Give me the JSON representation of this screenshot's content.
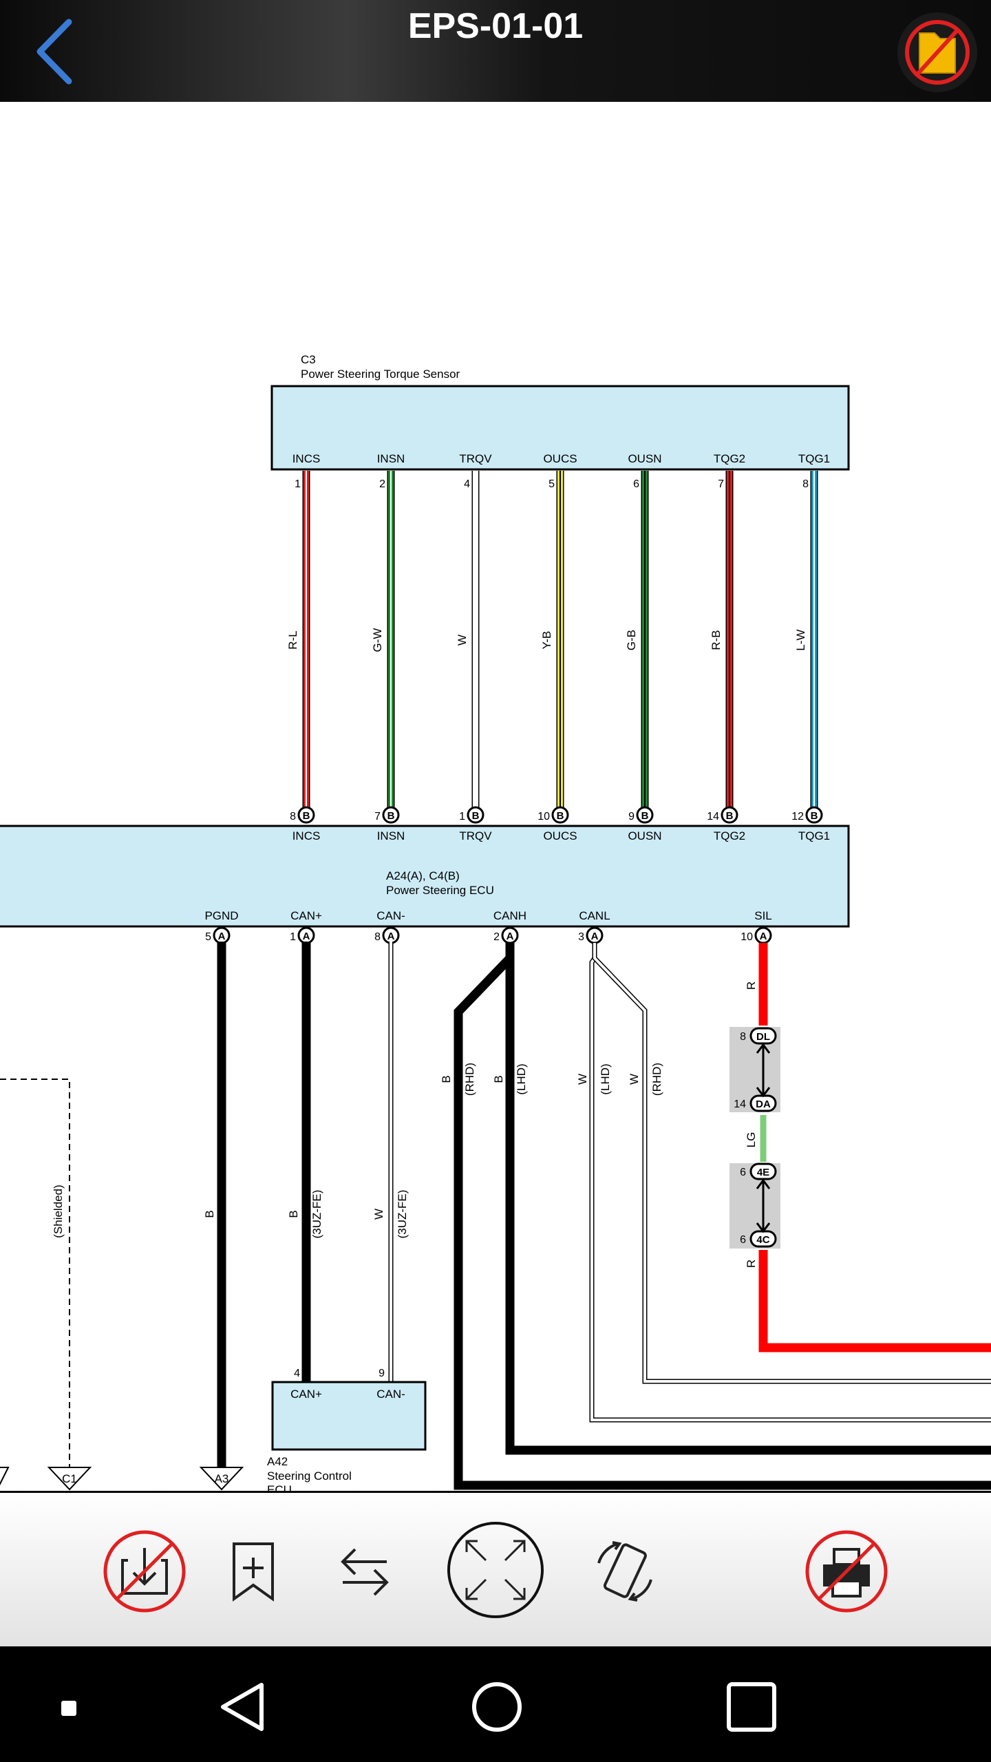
{
  "header": {
    "title": "EPS-01-01",
    "back_icon": "chevron-left-icon",
    "folder_icon": "folder-disabled-icon"
  },
  "diagram": {
    "torque_sensor": {
      "code": "C3",
      "name": "Power Steering Torque Sensor"
    },
    "ecu": {
      "code": "A24(A), C4(B)",
      "name": "Power Steering ECU"
    },
    "steering_control": {
      "code": "A42",
      "name_line1": "Steering Control",
      "name_line2": "ECU"
    },
    "sensor_wires": [
      {
        "terminal": "INCS",
        "sensor_pin": "1",
        "ecu_pin": "8",
        "connector": "B",
        "color_code": "R-L",
        "base": "#e02020",
        "stripe": "#ffffff"
      },
      {
        "terminal": "INSN",
        "sensor_pin": "2",
        "ecu_pin": "7",
        "connector": "B",
        "color_code": "G-W",
        "base": "#1f8a2e",
        "stripe": "#ffffff"
      },
      {
        "terminal": "TRQV",
        "sensor_pin": "4",
        "ecu_pin": "1",
        "connector": "B",
        "color_code": "W",
        "base": "#ffffff",
        "stripe": "#ffffff"
      },
      {
        "terminal": "OUCS",
        "sensor_pin": "5",
        "ecu_pin": "10",
        "connector": "B",
        "color_code": "Y-B",
        "base": "#f2ea2a",
        "stripe": "#000000"
      },
      {
        "terminal": "OUSN",
        "sensor_pin": "6",
        "ecu_pin": "9",
        "connector": "B",
        "color_code": "G-B",
        "base": "#1f8a2e",
        "stripe": "#000000"
      },
      {
        "terminal": "TQG2",
        "sensor_pin": "7",
        "ecu_pin": "14",
        "connector": "B",
        "color_code": "R-B",
        "base": "#e02020",
        "stripe": "#000000"
      },
      {
        "terminal": "TQG1",
        "sensor_pin": "8",
        "ecu_pin": "12",
        "connector": "B",
        "color_code": "L-W",
        "base": "#1aa0c8",
        "stripe": "#ffffff"
      }
    ],
    "ecu_bottom_terminals": [
      {
        "name": "PGND",
        "pin": "5",
        "connector": "A"
      },
      {
        "name": "CAN+",
        "pin": "1",
        "connector": "A"
      },
      {
        "name": "CAN-",
        "pin": "8",
        "connector": "A"
      },
      {
        "name": "CANH",
        "pin": "2",
        "connector": "A"
      },
      {
        "name": "CANL",
        "pin": "3",
        "connector": "A"
      },
      {
        "name": "SIL",
        "pin": "10",
        "connector": "A"
      }
    ],
    "wire_labels": {
      "pgnd": "B",
      "canp_color": "B",
      "canp_variant": "(3UZ-FE)",
      "canm_color": "W",
      "canm_variant": "(3UZ-FE)",
      "canh_rhd_color": "B",
      "canh_rhd": "(RHD)",
      "canh_lhd_color": "B",
      "canh_lhd": "(LHD)",
      "canl_lhd_color": "W",
      "canl_lhd": "(LHD)",
      "canl_rhd_color": "W",
      "canl_rhd": "(RHD)",
      "sil_top": "R",
      "sil_mid": "LG",
      "sil_bottom": "R",
      "shielded": "(Shielded)"
    },
    "junctions": [
      {
        "pin": "8",
        "label": "DL"
      },
      {
        "pin": "14",
        "label": "DA"
      },
      {
        "pin": "6",
        "label": "4E"
      },
      {
        "pin": "6",
        "label": "4C"
      }
    ],
    "a42_terminals": [
      {
        "name": "CAN+",
        "pin": "4"
      },
      {
        "name": "CAN-",
        "pin": "9"
      }
    ],
    "grounds": [
      "C1",
      "A3"
    ]
  },
  "toolbar": {
    "items": [
      "download-disabled-icon",
      "bookmark-add-icon",
      "swap-arrows-icon",
      "fullscreen-expand-icon",
      "rotate-screen-icon",
      "print-disabled-icon"
    ]
  },
  "navbar": {
    "items": [
      "recent-small-icon",
      "back-triangle-icon",
      "home-circle-icon",
      "overview-square-icon"
    ]
  },
  "colors": {
    "box_fill": "#cdebf5",
    "disabled_red": "#e02020",
    "accent_blue": "#3a7bd5"
  }
}
